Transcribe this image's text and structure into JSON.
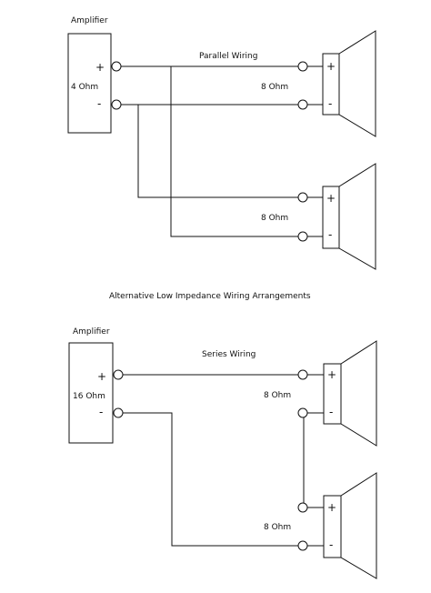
{
  "top": {
    "amp_label": "Amplifier",
    "amp_impedance": "4 Ohm",
    "plus": "+",
    "minus": "-",
    "title": "Parallel Wiring",
    "speaker1_impedance": "8 Ohm",
    "speaker2_impedance": "8 Ohm"
  },
  "caption": "Alternative Low Impedance Wiring Arrangements",
  "bottom": {
    "amp_label": "Amplifier",
    "amp_impedance": "16 Ohm",
    "plus": "+",
    "minus": "-",
    "title": "Series Wiring",
    "speaker1_impedance": "8 Ohm",
    "speaker2_impedance": "8 Ohm"
  }
}
